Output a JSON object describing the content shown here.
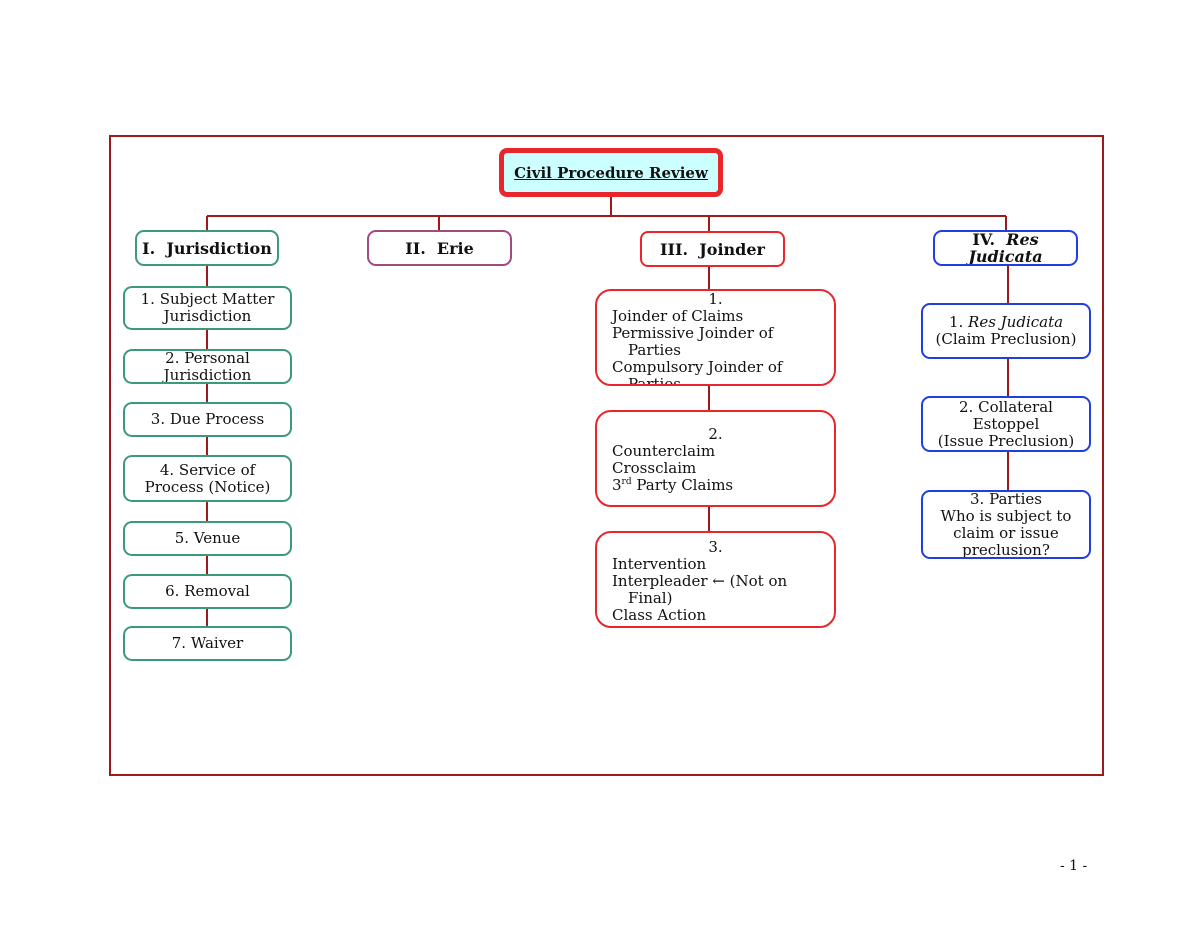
{
  "root": {
    "title": "Civil Procedure Review"
  },
  "branches": {
    "jurisdiction": {
      "title": "I.  Jurisdiction",
      "items": [
        "1. Subject Matter Jurisdiction",
        "2. Personal Jurisdiction",
        "3. Due Process",
        "4. Service of Process (Notice)",
        "5. Venue",
        "6. Removal",
        "7. Waiver"
      ]
    },
    "erie": {
      "title": "II.  Erie"
    },
    "joinder": {
      "title": "III.  Joinder",
      "group1": {
        "num": "1.",
        "lines": [
          "Joinder of Claims",
          "Permissive Joinder of",
          "Parties",
          "Compulsory Joinder of",
          "Parties"
        ]
      },
      "group2": {
        "num": "2.",
        "lines": [
          "Counterclaim",
          "Crossclaim",
          "3",
          "rd",
          " Party Claims"
        ]
      },
      "group3": {
        "num": "3.",
        "lines": [
          "Intervention",
          "Interpleader ← (Not on",
          "Final)",
          "Class Action"
        ]
      }
    },
    "res_judicata": {
      "title_prefix": "IV.",
      "title_em": "Res Judicata",
      "item1": {
        "em": "Res Judicata",
        "prefix": "1.",
        "sub": "(Claim Preclusion)"
      },
      "item2": {
        "lines": [
          "2. Collateral",
          "Estoppel",
          "(Issue Preclusion)"
        ]
      },
      "item3": {
        "lines": [
          "3. Parties",
          "Who is subject to",
          "claim or issue",
          "preclusion?"
        ]
      }
    }
  },
  "page_number": "- 1 -",
  "colors": {
    "connector": "#9e1a1a",
    "jurisdiction": "#3a9a7a",
    "erie": "#a04a80",
    "joinder": "#e8262b",
    "res_judicata": "#1f3fe0",
    "root_fill": "#ccffff"
  }
}
